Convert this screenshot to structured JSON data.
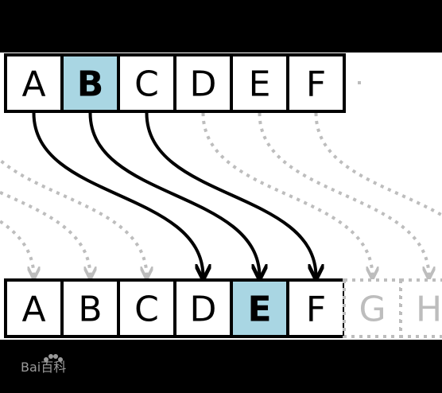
{
  "top_row": {
    "cells": [
      {
        "letter": "A",
        "highlight": false
      },
      {
        "letter": "B",
        "highlight": true
      },
      {
        "letter": "C",
        "highlight": false
      },
      {
        "letter": "D",
        "highlight": false
      },
      {
        "letter": "E",
        "highlight": false
      },
      {
        "letter": "F",
        "highlight": false
      }
    ]
  },
  "bottom_row": {
    "cells": [
      {
        "letter": "A",
        "highlight": false
      },
      {
        "letter": "B",
        "highlight": false
      },
      {
        "letter": "C",
        "highlight": false
      },
      {
        "letter": "D",
        "highlight": false
      },
      {
        "letter": "E",
        "highlight": true
      },
      {
        "letter": "F",
        "highlight": false
      }
    ],
    "ghost_cells": [
      "G",
      "H"
    ]
  },
  "shift": 3,
  "colors": {
    "highlight": "#a9d6e3",
    "arrow": "#000000",
    "dotted": "#bdbdbd",
    "ghost_text": "#bdbdbd",
    "background": "#000000",
    "panel": "#ffffff"
  },
  "watermark": {
    "text": "Bai百科",
    "icon": "paw-icon"
  }
}
